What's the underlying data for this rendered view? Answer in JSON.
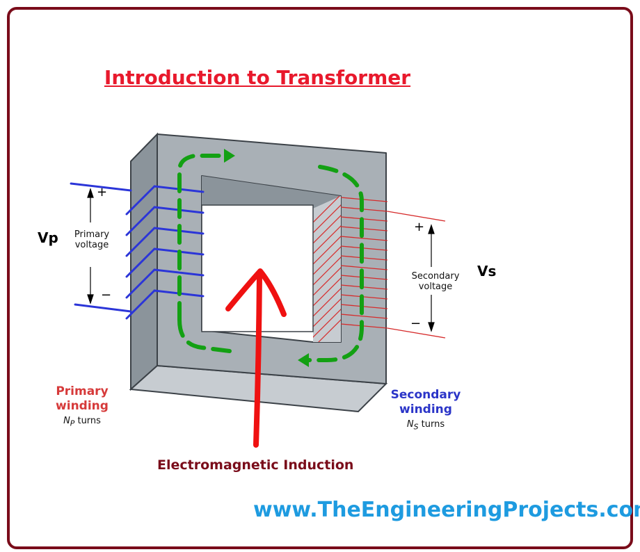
{
  "title": "Introduction to Transformer",
  "labels": {
    "vp": "Vp",
    "vs": "Vs",
    "primary_voltage": "Primary voltage",
    "secondary_voltage": "Secondary voltage",
    "primary_winding": "Primary winding",
    "secondary_winding": "Secondary winding",
    "primary_turns_n": "N",
    "primary_turns_sub": "P",
    "secondary_turns_n": "N",
    "secondary_turns_sub": "S",
    "turns_word": "turns",
    "plus": "+",
    "minus": "−",
    "induction": "Electromagnetic Induction",
    "website": "www.TheEngineeringProjects.com"
  },
  "colors": {
    "title": "#e8192c",
    "frame": "#7a0c1a",
    "core_front": "#a9b0b6",
    "core_side": "#8b949b",
    "core_top": "#c7ccd1",
    "primary_wire": "#2b35d8",
    "secondary_wire": "#d62b2b",
    "flux": "#13a013",
    "induction_arrow": "#ef1111",
    "primary_label": "#d63a3a",
    "secondary_label": "#2b35c8",
    "induction_label": "#7a0c1a",
    "website": "#1e9be0"
  }
}
